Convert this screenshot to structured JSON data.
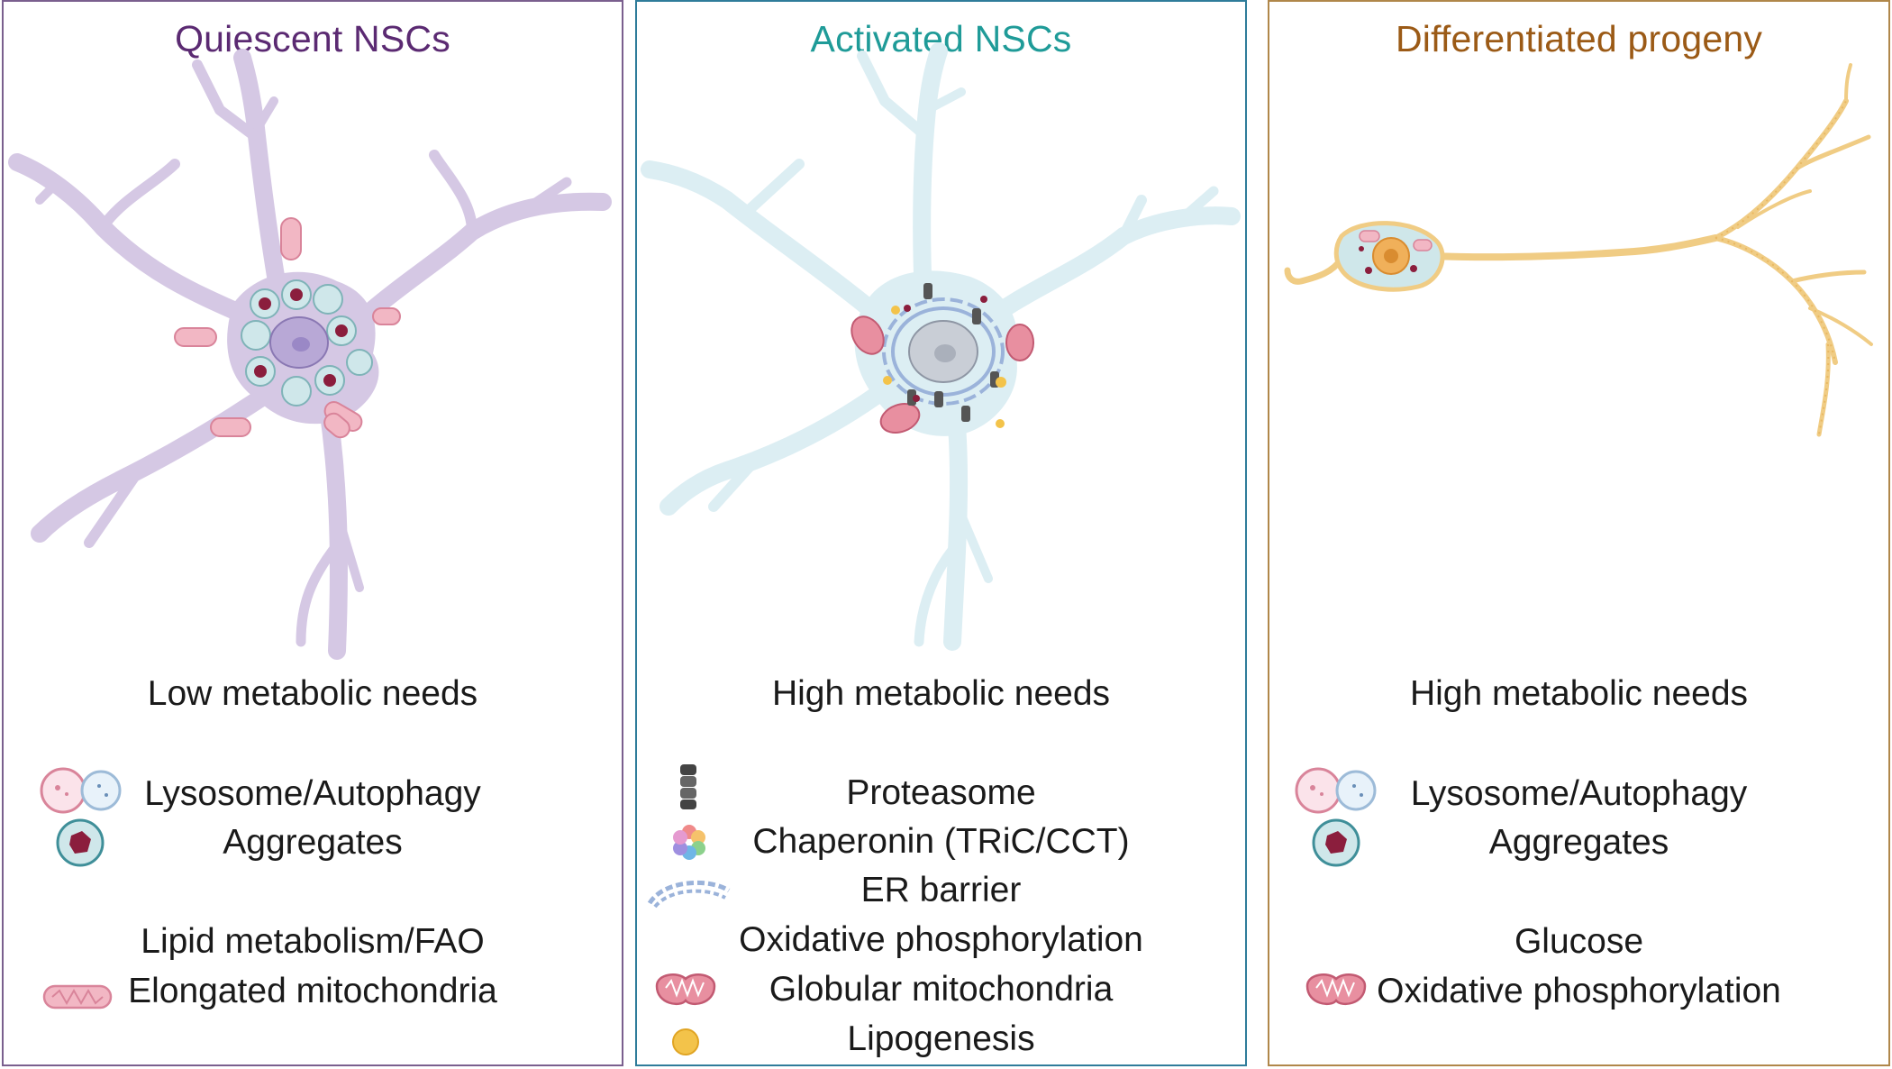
{
  "colors": {
    "quiescent": "#5b2a72",
    "activated": "#1f9b98",
    "differentiated": "#9b5a16",
    "quiescent_border": "#7a5f8e",
    "activated_border": "#2f7c9a",
    "differentiated_border": "#b0874a"
  },
  "panels": [
    {
      "title": "Quiescent NSCs",
      "needs": "Low metabolic needs",
      "items": [
        "Lysosome/Autophagy",
        "Aggregates",
        "Lipid metabolism/FAO",
        "Elongated mitochondria"
      ]
    },
    {
      "title": "Activated NSCs",
      "needs": "High metabolic needs",
      "items": [
        "Proteasome",
        "Chaperonin (TRiC/CCT)",
        "ER barrier",
        "Oxidative phosphorylation",
        "Globular mitochondria",
        "Lipogenesis"
      ]
    },
    {
      "title": "Differentiated progeny",
      "needs": "High metabolic needs",
      "items": [
        "Lysosome/Autophagy",
        "Aggregates",
        "Glucose",
        "Oxidative phosphorylation"
      ]
    }
  ],
  "icons": {
    "p1": [
      "lysosome-autophagy-icon",
      "aggregate-icon",
      "elongated-mitochondria-icon"
    ],
    "p2": [
      "proteasome-icon",
      "chaperonin-icon",
      "er-barrier-icon",
      "globular-mitochondria-icon",
      "lipid-droplet-icon"
    ],
    "p3": [
      "lysosome-autophagy-icon",
      "aggregate-icon",
      "globular-mitochondria-icon"
    ]
  }
}
